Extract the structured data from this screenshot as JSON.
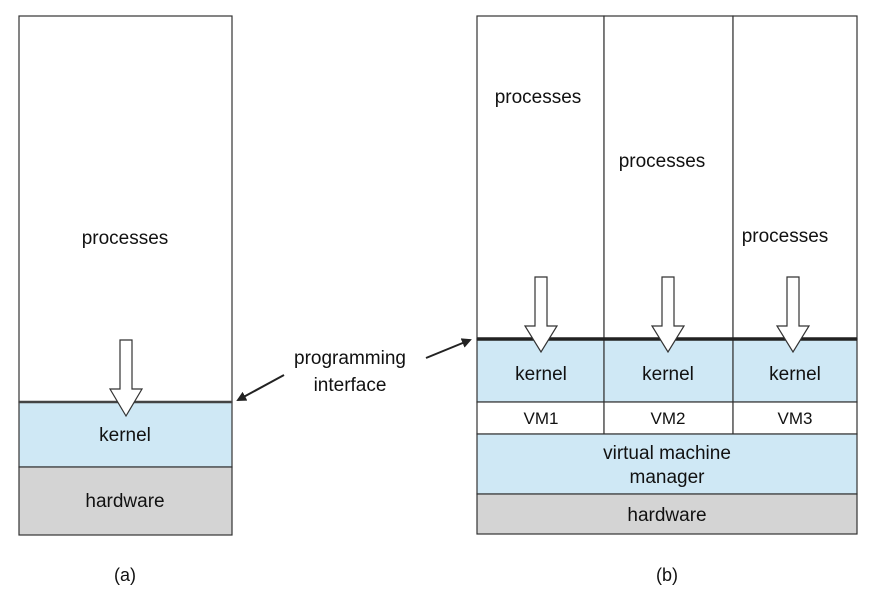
{
  "diagram_a": {
    "processes": "processes",
    "kernel": "kernel",
    "hardware": "hardware",
    "caption": "(a)"
  },
  "programming_interface": {
    "line1": "programming",
    "line2": "interface"
  },
  "diagram_b": {
    "columns": [
      {
        "processes": "processes",
        "kernel": "kernel",
        "vm": "VM1"
      },
      {
        "processes": "processes",
        "kernel": "kernel",
        "vm": "VM2"
      },
      {
        "processes": "processes",
        "kernel": "kernel",
        "vm": "VM3"
      }
    ],
    "vmm": {
      "line1": "virtual machine",
      "line2": "manager"
    },
    "hardware": "hardware",
    "caption": "(b)"
  },
  "colors": {
    "kernel_fill": "#cfe8f5",
    "hardware_fill": "#d4d4d4",
    "stroke": "#333333",
    "interface_line": "#222222"
  }
}
